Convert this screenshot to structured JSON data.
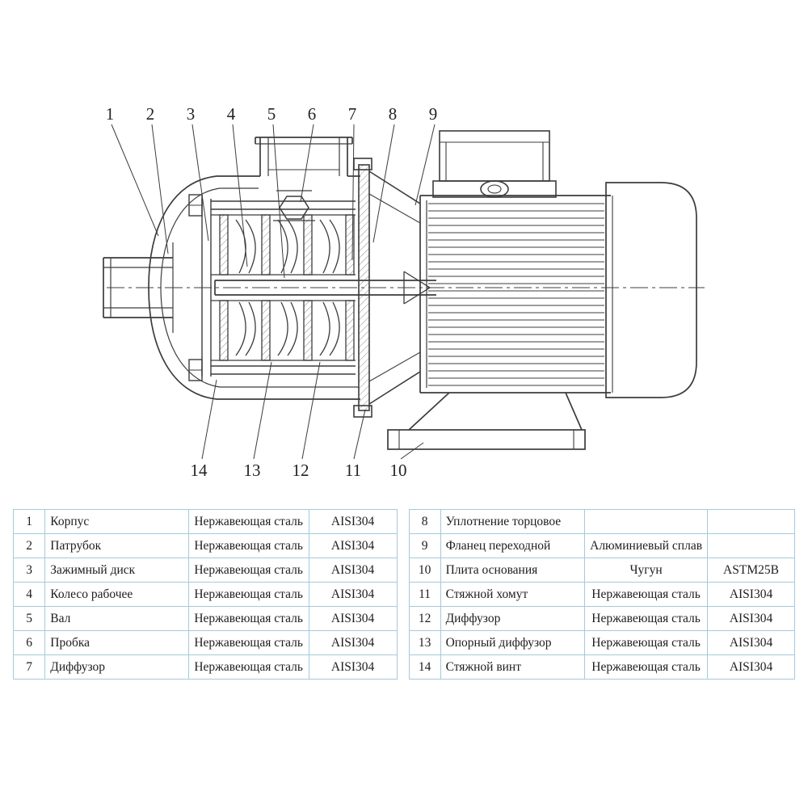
{
  "diagram": {
    "description": "Cross-section drawing of a horizontal multistage centrifugal pump with electric motor",
    "callouts_top": [
      "1",
      "2",
      "3",
      "4",
      "5",
      "6",
      "7",
      "8",
      "9"
    ],
    "callouts_bottom": [
      "14",
      "13",
      "12",
      "11",
      "10"
    ]
  },
  "tables": {
    "left": {
      "rows": [
        {
          "num": "1",
          "name": "Корпус",
          "material": "Нержавеющая сталь",
          "standard": "AISI304"
        },
        {
          "num": "2",
          "name": "Патрубок",
          "material": "Нержавеющая сталь",
          "standard": "AISI304"
        },
        {
          "num": "3",
          "name": "Зажимный диск",
          "material": "Нержавеющая сталь",
          "standard": "AISI304"
        },
        {
          "num": "4",
          "name": "Колесо рабочее",
          "material": "Нержавеющая сталь",
          "standard": "AISI304"
        },
        {
          "num": "5",
          "name": "Вал",
          "material": "Нержавеющая сталь",
          "standard": "AISI304"
        },
        {
          "num": "6",
          "name": "Пробка",
          "material": "Нержавеющая сталь",
          "standard": "AISI304"
        },
        {
          "num": "7",
          "name": "Диффузор",
          "material": "Нержавеющая сталь",
          "standard": "AISI304"
        }
      ]
    },
    "right": {
      "rows": [
        {
          "num": "8",
          "name": "Уплотнение торцовое",
          "material": "",
          "standard": ""
        },
        {
          "num": "9",
          "name": "Фланец переходной",
          "material": "Алюминиевый сплав",
          "standard": ""
        },
        {
          "num": "10",
          "name": "Плита основания",
          "material": "Чугун",
          "standard": "ASTM25B"
        },
        {
          "num": "11",
          "name": "Стяжной хомут",
          "material": "Нержавеющая сталь",
          "standard": "AISI304"
        },
        {
          "num": "12",
          "name": "Диффузор",
          "material": "Нержавеющая сталь",
          "standard": "AISI304"
        },
        {
          "num": "13",
          "name": "Опорный диффузор",
          "material": "Нержавеющая сталь",
          "standard": "AISI304"
        },
        {
          "num": "14",
          "name": "Стяжной винт",
          "material": "Нержавеющая сталь",
          "standard": "AISI304"
        }
      ]
    }
  },
  "colors": {
    "table_border": "#a6c9dc",
    "drawing_line": "#3c3c3c",
    "text": "#1d1d1d"
  }
}
